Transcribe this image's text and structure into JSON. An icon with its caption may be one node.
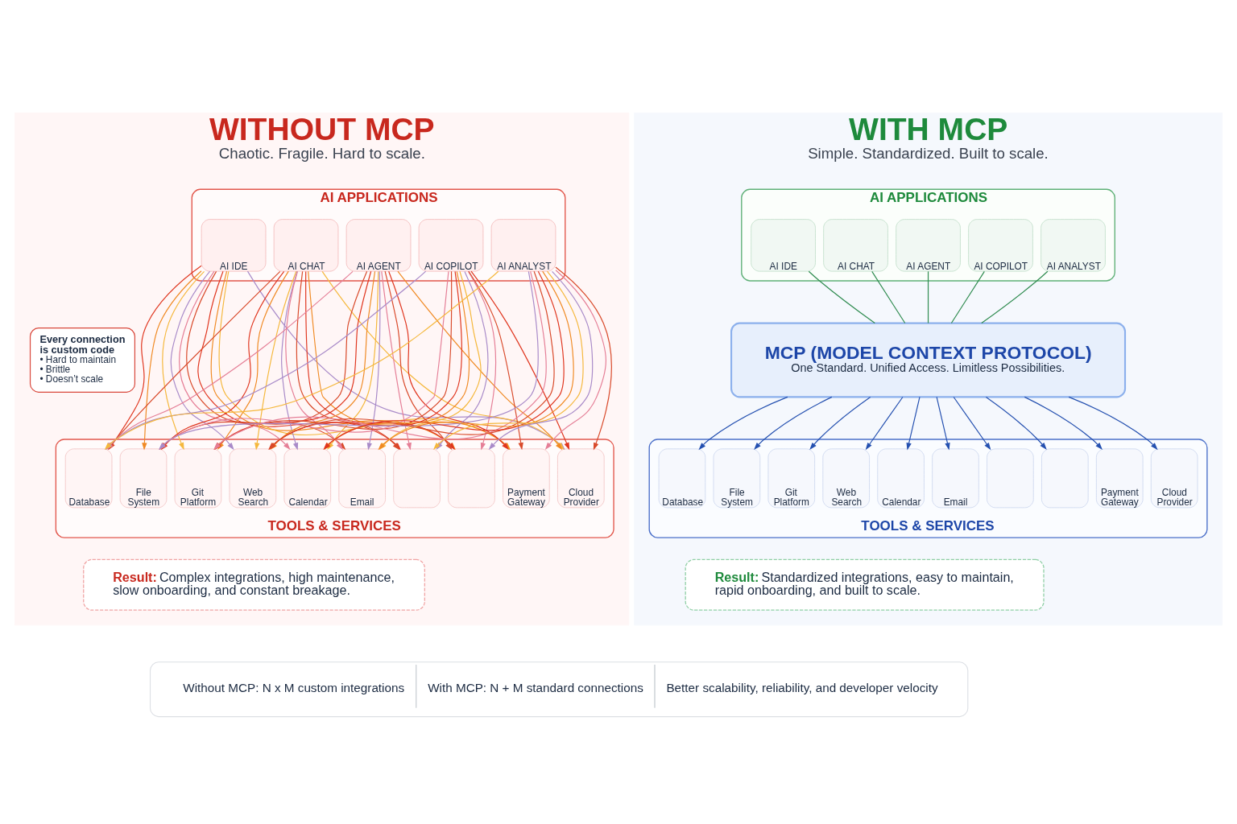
{
  "diagram": {
    "nodes": [
      {
        "text": [
          "WITHOUT MCP",
          "Chaotic. Fragile. Hard to scale."
        ]
      },
      {
        "text": [
          "AI APPLICATIONS"
        ],
        "in": 0
      },
      {
        "text": [
          "AI IDE"
        ],
        "in": 1
      },
      {
        "text": [
          "AI CHAT"
        ],
        "in": 1
      },
      {
        "text": [
          "AI AGENT"
        ],
        "in": 1
      },
      {
        "text": [
          "AI COPILOT"
        ],
        "in": 1
      },
      {
        "text": [
          "AI ANALYST"
        ],
        "in": 1
      },
      {
        "text": [
          "Every connection is custom code",
          "• Hard to maintain",
          "• Brittle",
          "• Doesn’t scale"
        ],
        "in": 0
      },
      {
        "text": [
          "TOOLS & SERVICES"
        ],
        "in": 0
      },
      {
        "text": [
          "Database"
        ],
        "in": 8
      },
      {
        "text": [
          "File System"
        ],
        "in": 8
      },
      {
        "text": [
          "Git Platform"
        ],
        "in": 8
      },
      {
        "text": [
          "Web Search"
        ],
        "in": 8
      },
      {
        "text": [
          "Calendar"
        ],
        "in": 8
      },
      {
        "text": [
          "Email"
        ],
        "in": 8
      },
      {
        "text": [],
        "shape": "box",
        "in": 8
      },
      {
        "text": [],
        "shape": "box",
        "in": 8
      },
      {
        "text": [
          "Payment Gateway"
        ],
        "in": 8
      },
      {
        "text": [
          "Cloud Provider"
        ],
        "in": 8
      },
      {
        "text": [
          "Result:",
          "Complex integrations, high maintenance, slow onboarding, and constant breakage."
        ],
        "in": 0
      },
      {
        "text": [
          "WITH MCP",
          "Simple. Standardized. Built to scale."
        ]
      },
      {
        "text": [
          "AI APPLICATIONS"
        ],
        "in": 20
      },
      {
        "text": [
          "AI IDE"
        ],
        "in": 21
      },
      {
        "text": [
          "AI CHAT"
        ],
        "in": 21
      },
      {
        "text": [
          "AI AGENT"
        ],
        "in": 21
      },
      {
        "text": [
          "AI COPILOT"
        ],
        "in": 21
      },
      {
        "text": [
          "AI ANALYST"
        ],
        "in": 21
      },
      {
        "text": [
          "MCP (MODEL CONTEXT PROTOCOL)",
          "One Standard. Unified Access. Limitless Possibilities."
        ],
        "in": 20
      },
      {
        "text": [
          "TOOLS & SERVICES"
        ],
        "in": 20
      },
      {
        "text": [
          "Database"
        ],
        "in": 28
      },
      {
        "text": [
          "File System"
        ],
        "in": 28
      },
      {
        "text": [
          "Git Platform"
        ],
        "in": 28
      },
      {
        "text": [
          "Web Search"
        ],
        "in": 28
      },
      {
        "text": [
          "Calendar"
        ],
        "in": 28
      },
      {
        "text": [
          "Email"
        ],
        "in": 28
      },
      {
        "text": [],
        "shape": "box",
        "in": 28
      },
      {
        "text": [],
        "shape": "box",
        "in": 28
      },
      {
        "text": [
          "Payment Gateway"
        ],
        "in": 28
      },
      {
        "text": [
          "Cloud Provider"
        ],
        "in": 28
      },
      {
        "text": [
          "Result:",
          "Standardized integrations, easy to maintain, rapid onboarding, and built to scale."
        ],
        "in": 20
      },
      {
        "text": [
          "Without MCP: N x M custom integrations",
          "With MCP: N + M standard connections",
          "Better scalability, reliability, and developer velocity"
        ]
      }
    ],
    "edges": [
      {
        "from": 2,
        "to": 9,
        "arrow": "to",
        "color": "#e0361f"
      },
      {
        "from": 2,
        "to": 10,
        "arrow": "to",
        "color": "#f08a24"
      },
      {
        "from": 2,
        "to": 11,
        "arrow": "to",
        "color": "#f5b83d"
      },
      {
        "from": 2,
        "to": 12,
        "arrow": "to",
        "color": "#a98bc9"
      },
      {
        "from": 2,
        "to": 13,
        "arrow": "to",
        "color": "#e57f97"
      },
      {
        "from": 2,
        "to": 14,
        "arrow": "to",
        "color": "#d94a2b"
      },
      {
        "from": 2,
        "to": 15,
        "arrow": "to",
        "color": "#e0361f"
      },
      {
        "from": 2,
        "to": 16,
        "arrow": "to",
        "color": "#f08a24"
      },
      {
        "from": 2,
        "to": 17,
        "arrow": "to",
        "color": "#f5b83d"
      },
      {
        "from": 2,
        "to": 18,
        "arrow": "to",
        "color": "#a98bc9"
      },
      {
        "from": 3,
        "to": 9,
        "arrow": "to",
        "color": "#d94a2b"
      },
      {
        "from": 3,
        "to": 10,
        "arrow": "to",
        "color": "#e0361f"
      },
      {
        "from": 3,
        "to": 11,
        "arrow": "to",
        "color": "#f08a24"
      },
      {
        "from": 3,
        "to": 12,
        "arrow": "to",
        "color": "#f5b83d"
      },
      {
        "from": 3,
        "to": 13,
        "arrow": "to",
        "color": "#a98bc9"
      },
      {
        "from": 3,
        "to": 14,
        "arrow": "to",
        "color": "#e57f97"
      },
      {
        "from": 3,
        "to": 15,
        "arrow": "to",
        "color": "#d94a2b"
      },
      {
        "from": 3,
        "to": 16,
        "arrow": "to",
        "color": "#e0361f"
      },
      {
        "from": 3,
        "to": 17,
        "arrow": "to",
        "color": "#f08a24"
      },
      {
        "from": 3,
        "to": 18,
        "arrow": "to",
        "color": "#f5b83d"
      },
      {
        "from": 4,
        "to": 9,
        "arrow": "to",
        "color": "#e57f97"
      },
      {
        "from": 4,
        "to": 10,
        "arrow": "to",
        "color": "#d94a2b"
      },
      {
        "from": 4,
        "to": 11,
        "arrow": "to",
        "color": "#e0361f"
      },
      {
        "from": 4,
        "to": 12,
        "arrow": "to",
        "color": "#f08a24"
      },
      {
        "from": 4,
        "to": 13,
        "arrow": "to",
        "color": "#f5b83d"
      },
      {
        "from": 4,
        "to": 14,
        "arrow": "to",
        "color": "#a98bc9"
      },
      {
        "from": 4,
        "to": 15,
        "arrow": "to",
        "color": "#e57f97"
      },
      {
        "from": 4,
        "to": 16,
        "arrow": "to",
        "color": "#d94a2b"
      },
      {
        "from": 4,
        "to": 17,
        "arrow": "to",
        "color": "#e0361f"
      },
      {
        "from": 4,
        "to": 18,
        "arrow": "to",
        "color": "#f08a24"
      },
      {
        "from": 5,
        "to": 9,
        "arrow": "to",
        "color": "#a98bc9"
      },
      {
        "from": 5,
        "to": 10,
        "arrow": "to",
        "color": "#e57f97"
      },
      {
        "from": 5,
        "to": 11,
        "arrow": "to",
        "color": "#d94a2b"
      },
      {
        "from": 5,
        "to": 12,
        "arrow": "to",
        "color": "#e0361f"
      },
      {
        "from": 5,
        "to": 13,
        "arrow": "to",
        "color": "#f08a24"
      },
      {
        "from": 5,
        "to": 14,
        "arrow": "to",
        "color": "#f5b83d"
      },
      {
        "from": 5,
        "to": 15,
        "arrow": "to",
        "color": "#a98bc9"
      },
      {
        "from": 5,
        "to": 16,
        "arrow": "to",
        "color": "#e57f97"
      },
      {
        "from": 5,
        "to": 17,
        "arrow": "to",
        "color": "#d94a2b"
      },
      {
        "from": 5,
        "to": 18,
        "arrow": "to",
        "color": "#e0361f"
      },
      {
        "from": 6,
        "to": 9,
        "arrow": "to",
        "color": "#f5b83d"
      },
      {
        "from": 6,
        "to": 10,
        "arrow": "to",
        "color": "#a98bc9"
      },
      {
        "from": 6,
        "to": 11,
        "arrow": "to",
        "color": "#e57f97"
      },
      {
        "from": 6,
        "to": 12,
        "arrow": "to",
        "color": "#d94a2b"
      },
      {
        "from": 6,
        "to": 13,
        "arrow": "to",
        "color": "#e0361f"
      },
      {
        "from": 6,
        "to": 14,
        "arrow": "to",
        "color": "#f08a24"
      },
      {
        "from": 6,
        "to": 15,
        "arrow": "to",
        "color": "#f5b83d"
      },
      {
        "from": 6,
        "to": 16,
        "arrow": "to",
        "color": "#a98bc9"
      },
      {
        "from": 6,
        "to": 17,
        "arrow": "to",
        "color": "#e57f97"
      },
      {
        "from": 6,
        "to": 18,
        "arrow": "to",
        "color": "#d94a2b"
      },
      {
        "from": 22,
        "to": 27,
        "arrow": "none",
        "color": "#2e8b4f"
      },
      {
        "from": 23,
        "to": 27,
        "arrow": "none",
        "color": "#2e8b4f"
      },
      {
        "from": 24,
        "to": 27,
        "arrow": "none",
        "color": "#2e8b4f"
      },
      {
        "from": 25,
        "to": 27,
        "arrow": "none",
        "color": "#2e8b4f"
      },
      {
        "from": 26,
        "to": 27,
        "arrow": "none",
        "color": "#2e8b4f"
      },
      {
        "from": 27,
        "to": 29,
        "arrow": "to",
        "color": "#2450b0"
      },
      {
        "from": 27,
        "to": 30,
        "arrow": "to",
        "color": "#2450b0"
      },
      {
        "from": 27,
        "to": 31,
        "arrow": "to",
        "color": "#2450b0"
      },
      {
        "from": 27,
        "to": 32,
        "arrow": "to",
        "color": "#2450b0"
      },
      {
        "from": 27,
        "to": 33,
        "arrow": "to",
        "color": "#2450b0"
      },
      {
        "from": 27,
        "to": 34,
        "arrow": "to",
        "color": "#2450b0"
      },
      {
        "from": 27,
        "to": 35,
        "arrow": "to",
        "color": "#2450b0"
      },
      {
        "from": 27,
        "to": 36,
        "arrow": "to",
        "color": "#2450b0"
      },
      {
        "from": 27,
        "to": 37,
        "arrow": "to",
        "color": "#2450b0"
      },
      {
        "from": 27,
        "to": 38,
        "arrow": "to",
        "color": "#2450b0"
      }
    ]
  }
}
